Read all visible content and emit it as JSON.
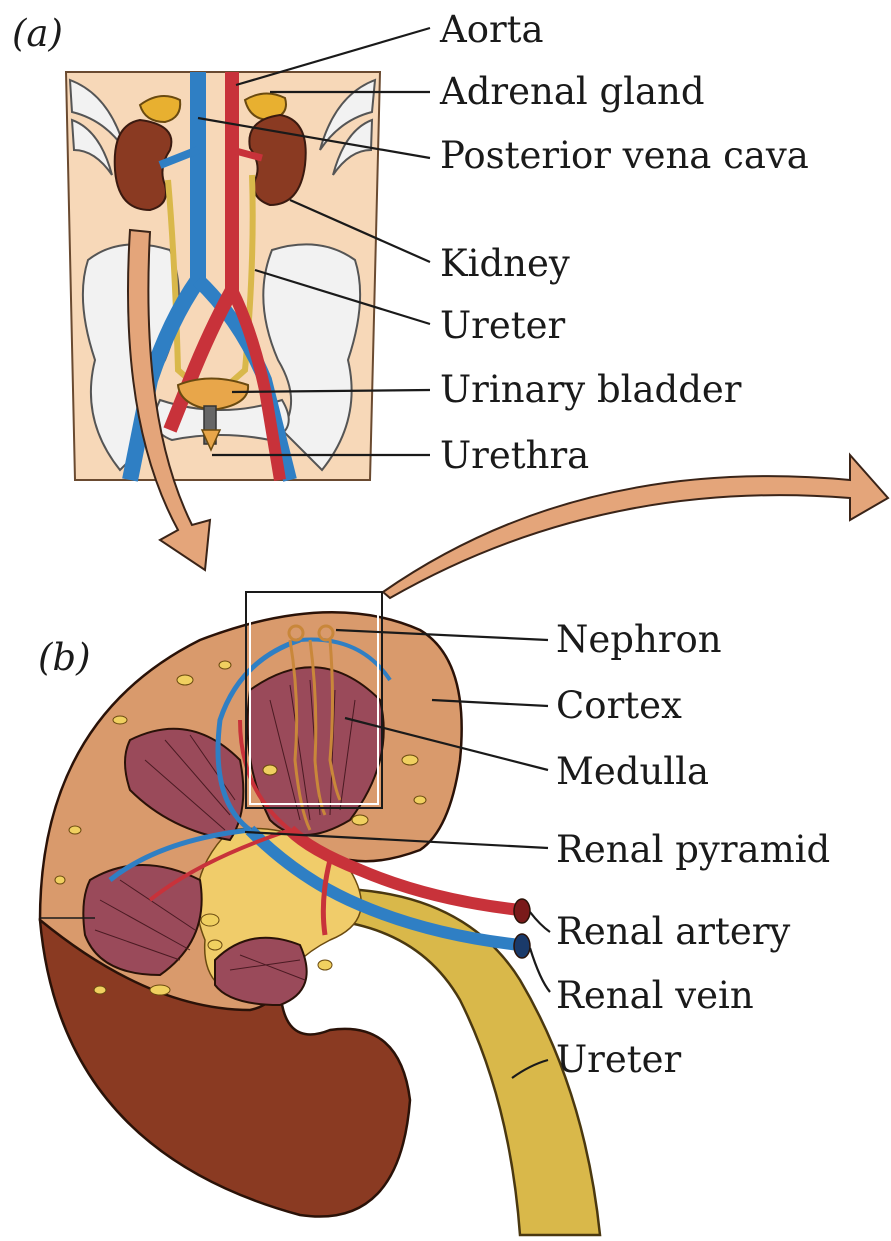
{
  "panel_a": {
    "panel_label": "(a)",
    "labels": {
      "aorta": "Aorta",
      "adrenal_gland": "Adrenal gland",
      "posterior_vena_cava": "Posterior vena cava",
      "kidney": "Kidney",
      "ureter": "Ureter",
      "urinary_bladder": "Urinary bladder",
      "urethra": "Urethra"
    }
  },
  "panel_b": {
    "panel_label": "(b)",
    "labels": {
      "nephron": "Nephron",
      "cortex": "Cortex",
      "medulla": "Medulla",
      "renal_pyramid": "Renal pyramid",
      "renal_artery": "Renal artery",
      "renal_vein": "Renal vein",
      "ureter": "Ureter"
    }
  },
  "colors": {
    "artery": "#c8323a",
    "vein": "#2f7fc4",
    "kidney_outer": "#8a3a22",
    "cortex": "#d99a6c",
    "medulla": "#9a4a5a",
    "ureter": "#d9b84a",
    "skin": "#f7d8b8",
    "bone": "#f2f2f2",
    "bladder": "#e8a64a",
    "arrow": "#e4a57a"
  }
}
